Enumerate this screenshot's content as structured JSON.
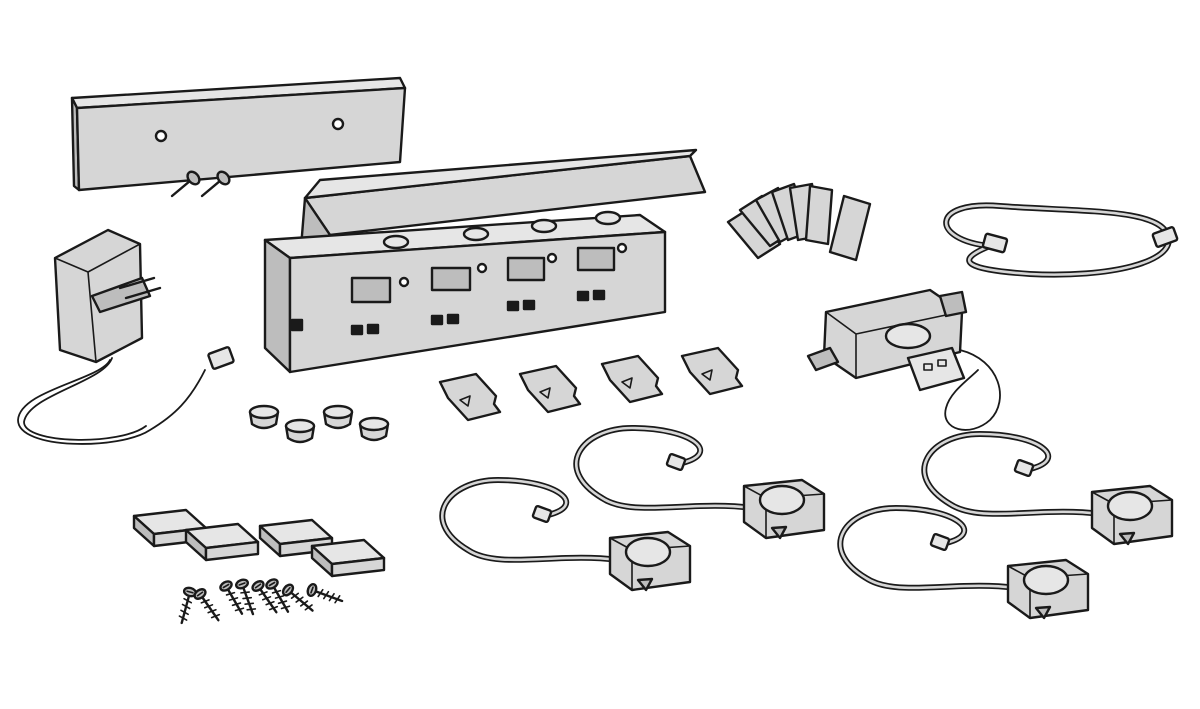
{
  "diagram": {
    "caption": "",
    "colors": {
      "part_fill": "#d6d6d6",
      "part_fill_dark": "#bdbdbd",
      "part_fill_light": "#e6e6e6",
      "outline": "#1a1a1a",
      "background": "#ffffff"
    },
    "parts": [
      {
        "name": "mounting-plate",
        "icon": "mounting-plate-icon"
      },
      {
        "name": "mounting-screws",
        "icon": "screw-icon",
        "count": 2
      },
      {
        "name": "power-adapter",
        "icon": "power-adapter-icon"
      },
      {
        "name": "control-hub",
        "icon": "hub-box-icon",
        "ports": 4
      },
      {
        "name": "rubber-feet",
        "icon": "rubber-foot-icon",
        "count": 4
      },
      {
        "name": "sticker-cards",
        "icon": "card-stack-icon",
        "count": 6
      },
      {
        "name": "patch-cable",
        "icon": "rj-cable-icon"
      },
      {
        "name": "card-reader",
        "icon": "usb-card-reader-icon"
      },
      {
        "name": "micro-sd-cards",
        "icon": "micro-sd-icon",
        "count": 4
      },
      {
        "name": "adhesive-pads",
        "icon": "adhesive-pad-icon",
        "count": 4
      },
      {
        "name": "wood-screws",
        "icon": "screw-icon",
        "count": 8
      },
      {
        "name": "sensor-pucks",
        "icon": "sensor-puck-icon",
        "count": 4
      }
    ]
  }
}
